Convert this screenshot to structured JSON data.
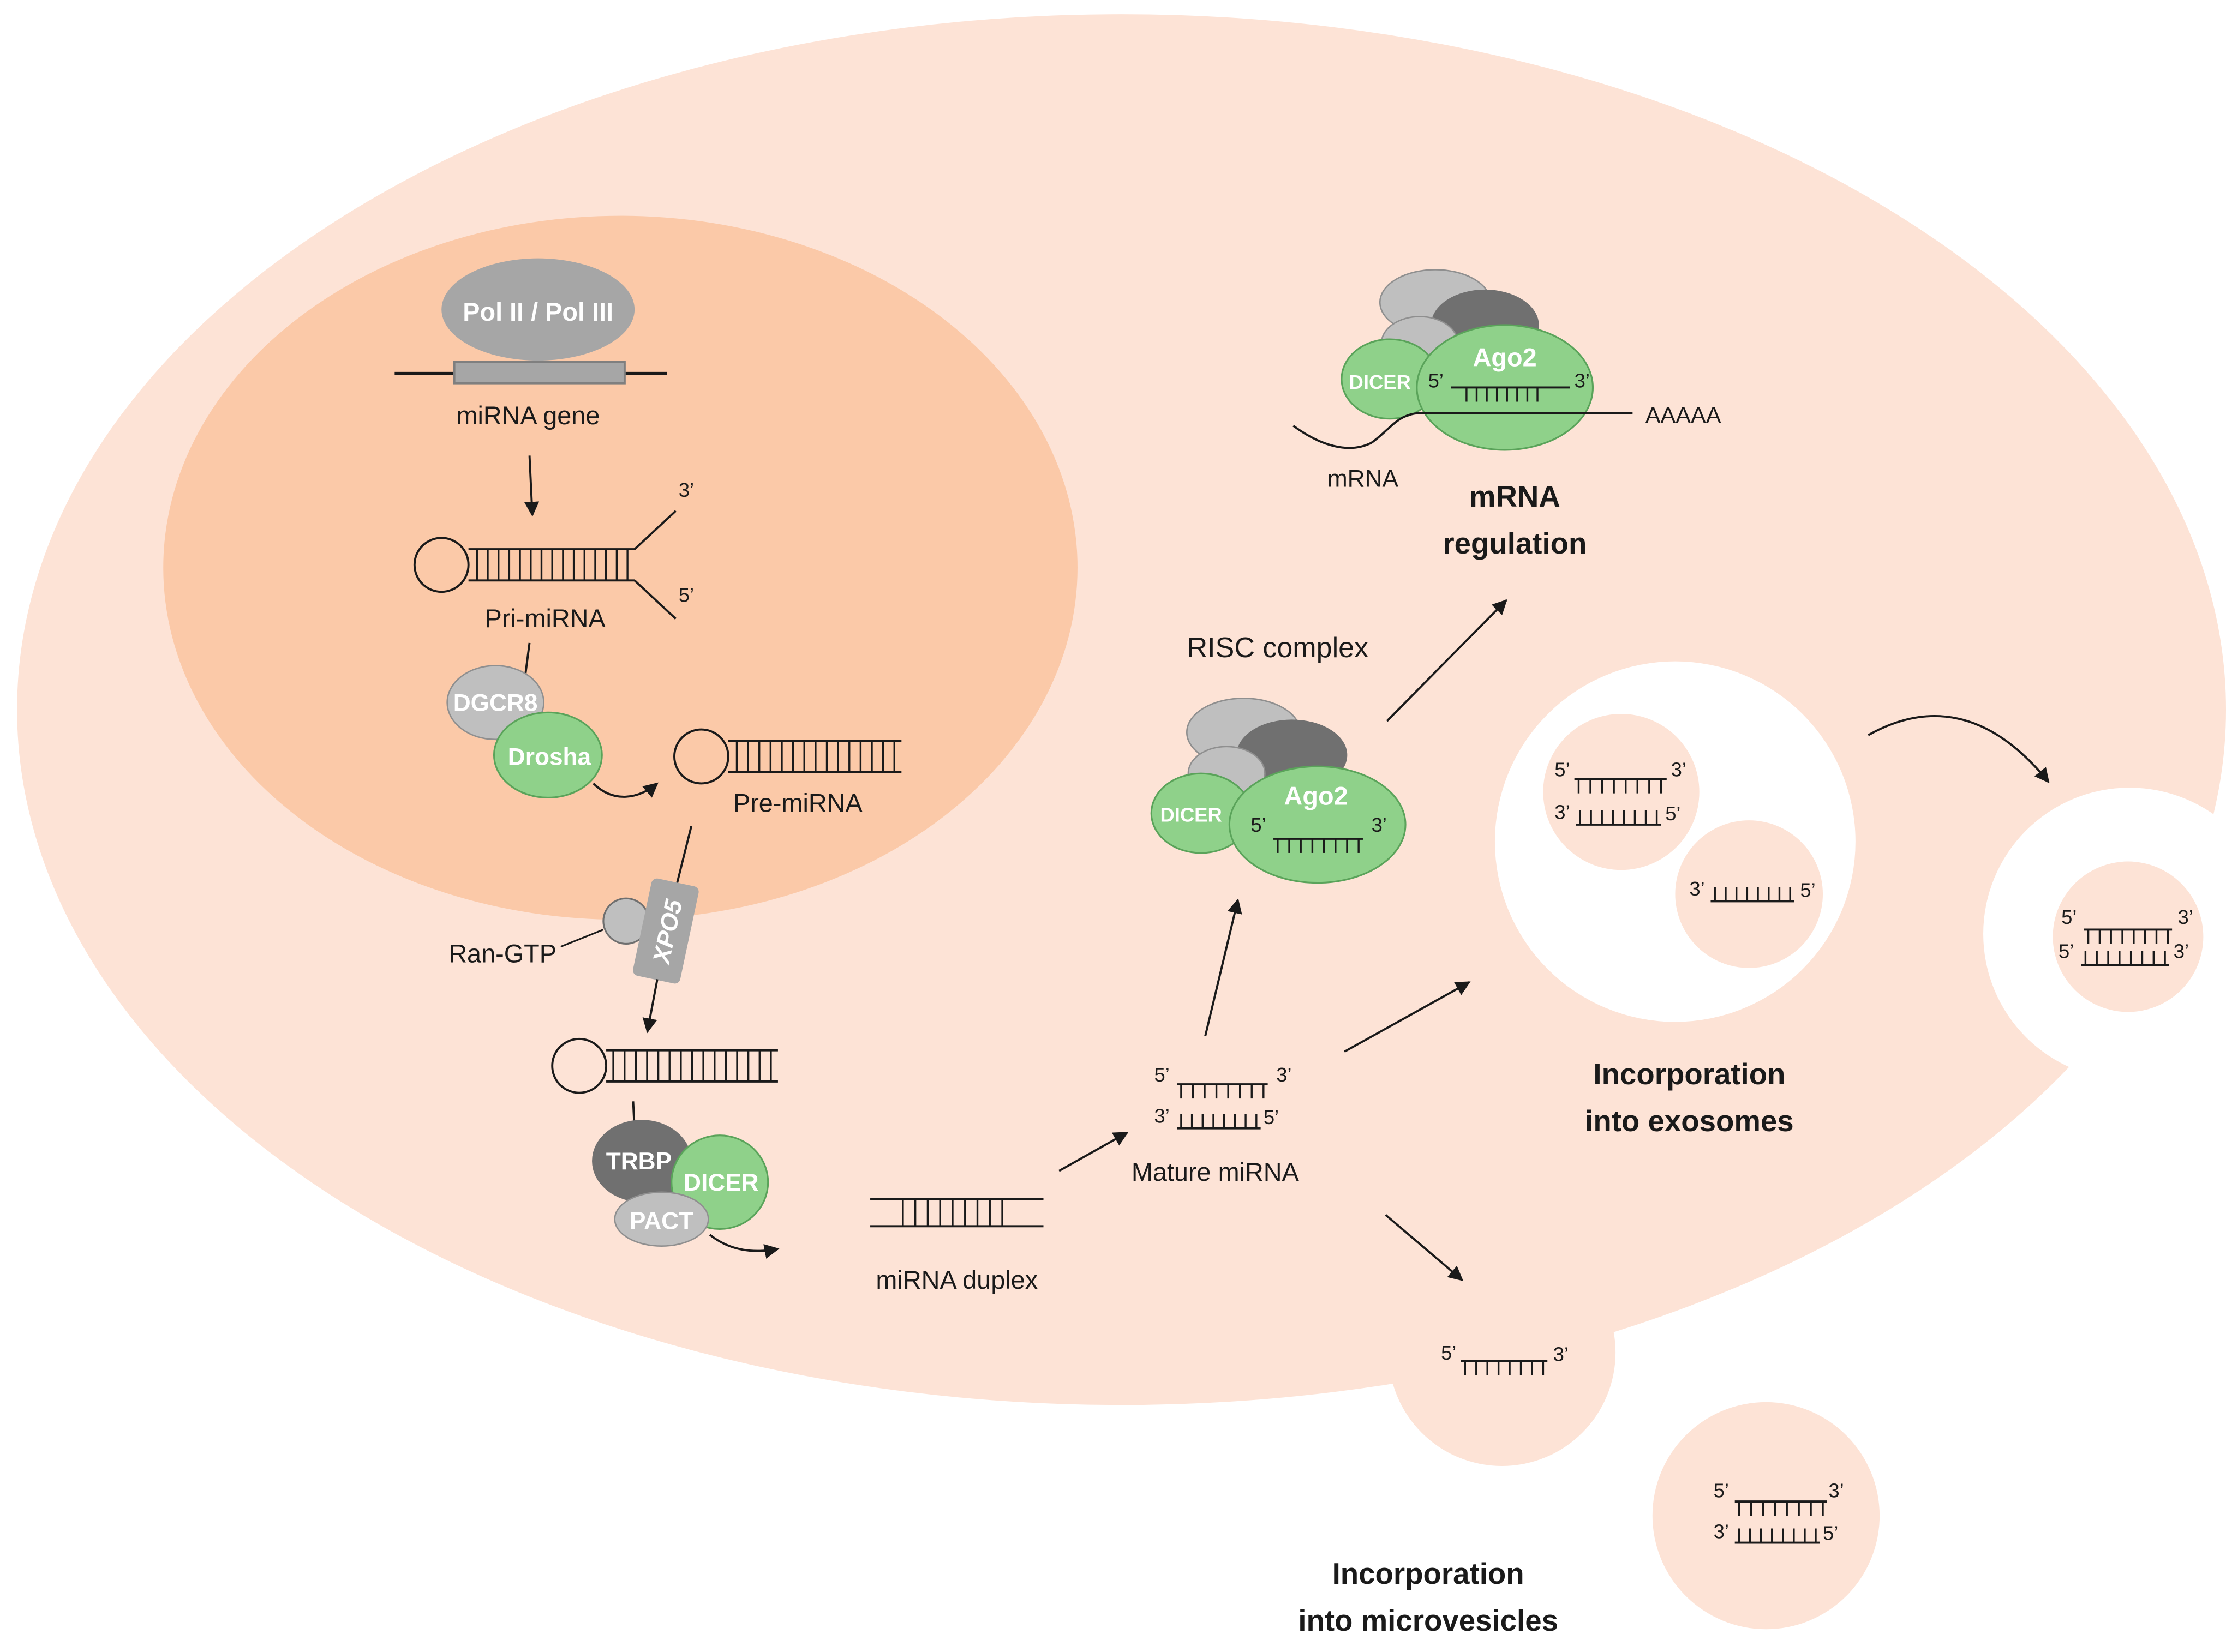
{
  "labels": {
    "pol": "Pol II /  Pol III",
    "mirna_gene": "miRNA gene",
    "pri_mirna": "Pri-miRNA",
    "dgcr8": "DGCR8",
    "drosha": "Drosha",
    "pre_mirna": "Pre-miRNA",
    "ran_gtp": "Ran-GTP",
    "xpo5": "XPO5",
    "trbp": "TRBP",
    "dicer": "DICER",
    "pact": "PACT",
    "mirna_duplex": "miRNA duplex",
    "mature_mirna": "Mature miRNA",
    "risc_complex": "RISC complex",
    "ago2": "Ago2",
    "mrna": "mRNA",
    "aaaaa": "AAAAA",
    "mrna_regulation_1": "mRNA",
    "mrna_regulation_2": "regulation",
    "exosomes_1": "Incorporation",
    "exosomes_2": "into exosomes",
    "microvesicles_1": "Incorporation",
    "microvesicles_2": "into microvesicles",
    "end_3": "3’",
    "end_5": "5’"
  },
  "colors": {
    "cell": "#fde3d6",
    "nucleus": "#fbc9a8",
    "green": "#8fd18a",
    "green_stroke": "#5aa35a",
    "gray": "#bfbfbf",
    "dark_gray": "#707070",
    "xpo5": "#a6a6a6",
    "ink": "#1a1a1a"
  }
}
